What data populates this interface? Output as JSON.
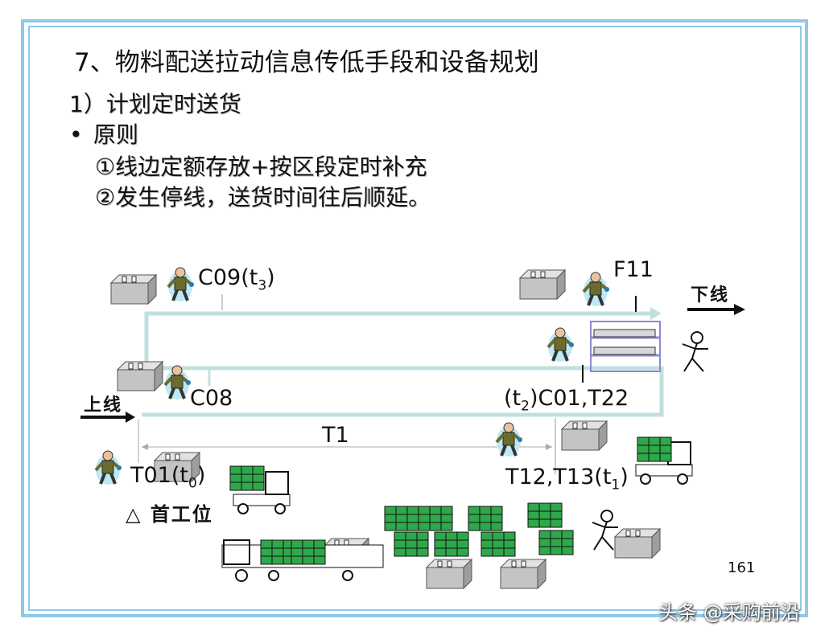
{
  "slide": {
    "title": "7、物料配送拉动信息传低手段和设备规划",
    "subtitle": "1）计划定时送货",
    "bullet_symbol": "•",
    "bullet_text": "原则",
    "rules": [
      "①线边定额存放+按区段定时补充",
      "②发生停线，送货时间往后顺延。"
    ],
    "page_number": "161",
    "watermark": "头条 @采购前沿"
  },
  "diagram": {
    "labels": {
      "c09": "C09(t",
      "c09_sub": "3",
      "c09_end": ")",
      "f11": "F11",
      "line_off": "下线",
      "line_on": "上线",
      "c08": "C08",
      "c01_pre": "(t",
      "c01_sub": "2",
      "c01_post": ")C01,T22",
      "t1": "T1",
      "t01": "T01(t",
      "t01_sub": "0",
      "t01_end": ")",
      "t12": "T12,T13(t",
      "t12_sub": "1",
      "t12_end": ")",
      "first_station": "△ 首工位"
    },
    "colors": {
      "frame": "#8ec9e8",
      "track": "#bfe0e0",
      "crate": "#2fa84a",
      "box": "#bdbdbd"
    },
    "icons": [
      "worker-icon",
      "storage-box-icon",
      "forklift-icon",
      "crate-stack-icon",
      "shelf-rack-icon",
      "stick-figure-icon",
      "arrow-right-icon"
    ]
  }
}
